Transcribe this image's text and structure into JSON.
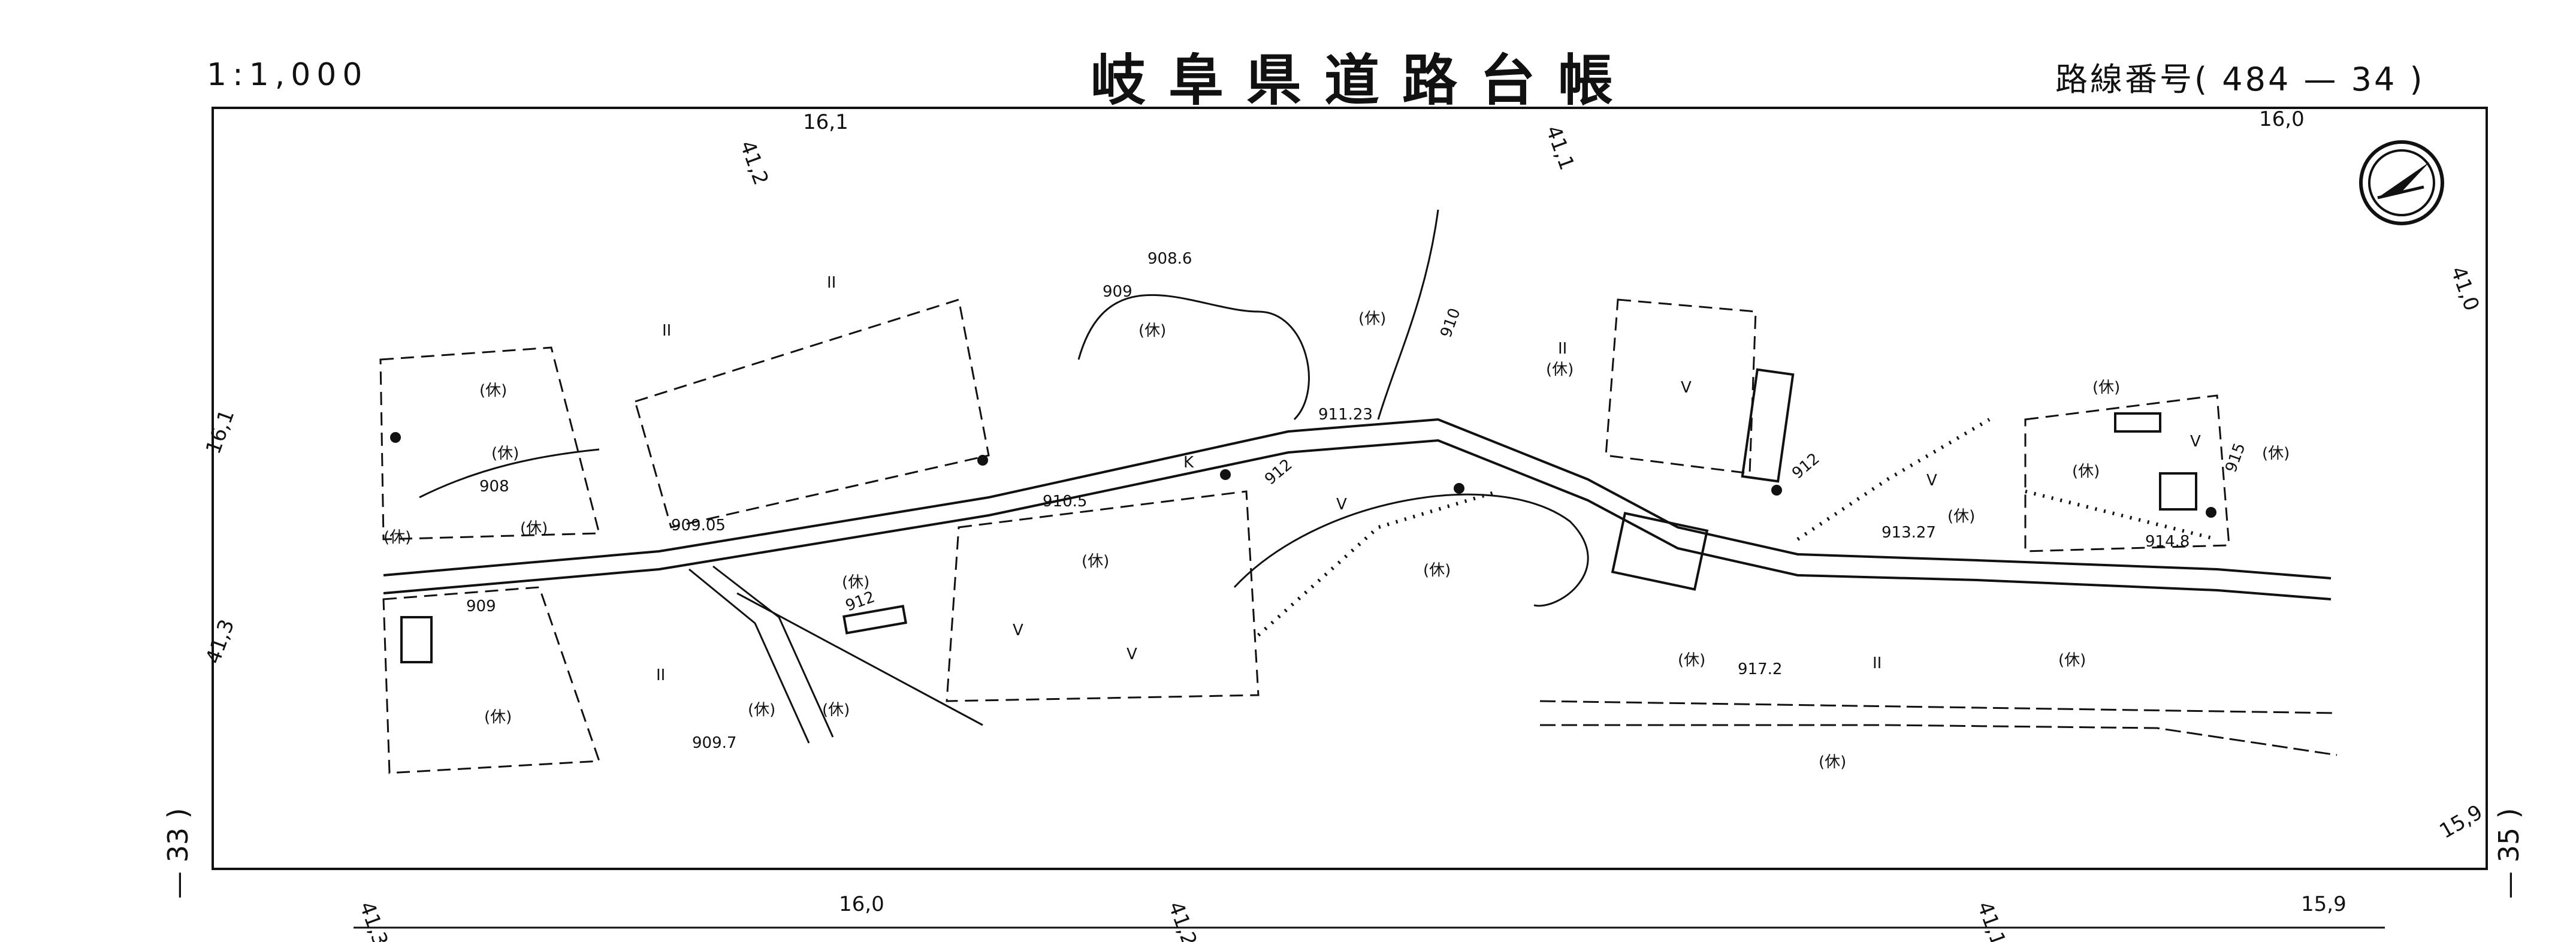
{
  "header": {
    "scale": "1:1,000",
    "title": "岐阜県道路台帳",
    "route_label": "路線番号( 484 — 34 )"
  },
  "sheet_links": {
    "left": "— 33 )",
    "right": "— 35 )"
  },
  "station_ticks": {
    "top": [
      "41,2",
      "16,1",
      "41,1",
      "16,0",
      "41,0"
    ],
    "left": [
      "16,1",
      "41,3"
    ],
    "bottom": [
      "41,3",
      "16,0",
      "41,2",
      "41,1",
      "15,9"
    ],
    "right": [
      "15,9"
    ]
  },
  "elevations": [
    "908.6",
    "909",
    "910",
    "911.23",
    "909.05",
    "910.5",
    "912",
    "908",
    "909",
    "912",
    "909.7",
    "913.27",
    "914.8",
    "915",
    "917.2",
    "912"
  ],
  "land_use_marks": [
    "(休)",
    "(休)",
    "(休)",
    "(休)",
    "(休)",
    "(休)",
    "(休)",
    "(休)",
    "(休)",
    "(休)",
    "(休)",
    "(休)",
    "(休)",
    "(休)",
    "(休)",
    "(休)",
    "(休)",
    "(休)",
    "(休)",
    "(休)"
  ],
  "map_marks": {
    "k_marker": "K",
    "rice_symbol": "II",
    "field_symbol": "V"
  },
  "colors": {
    "ink": "#111111",
    "paper": "#ffffff"
  },
  "icons": {
    "north_arrow": "north-arrow-icon"
  }
}
